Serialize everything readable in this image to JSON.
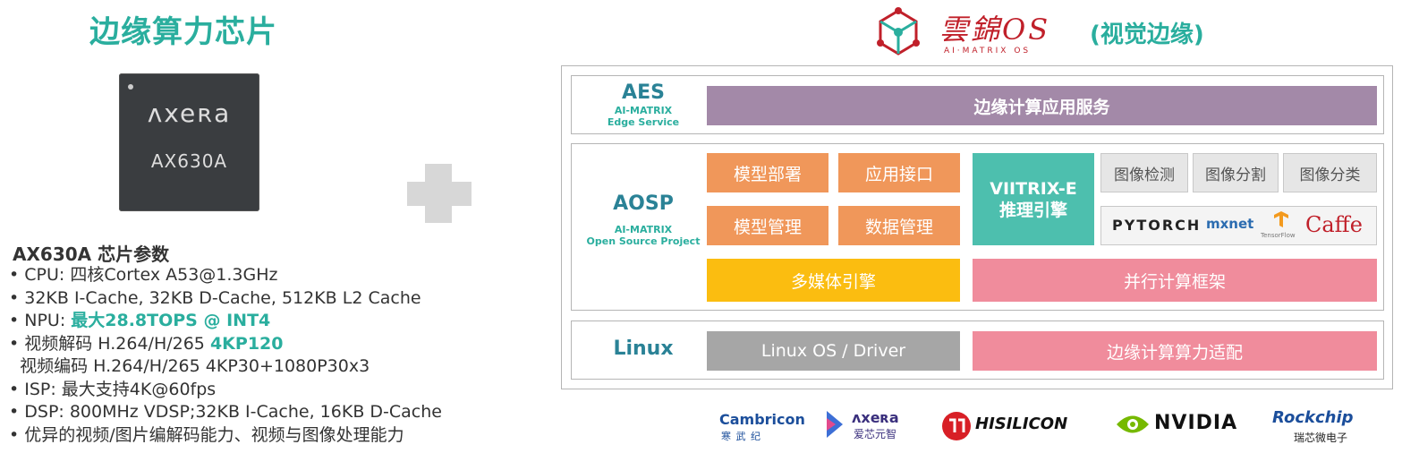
{
  "left": {
    "title": "边缘算力芯片",
    "chip_brand": "ʌxeʀa",
    "chip_model": "AX630A",
    "spec_title": "AX630A 芯片参数",
    "specs": {
      "cpu": "• CPU: 四核Cortex A53@1.3GHz",
      "cache": "• 32KB I-Cache, 32KB D-Cache, 512KB L2 Cache",
      "npu_prefix": "• NPU: ",
      "npu_hl": "最大28.8TOPS @ INT4",
      "vdec_prefix": "• 视频解码 H.264/H/265 ",
      "vdec_hl": "4KP120",
      "venc": "  视频编码 H.264/H/265 4KP30+1080P30x3",
      "isp": "• ISP: 最大支持4K@60fps",
      "dsp": "• DSP: 800MHz VDSP;32KB I-Cache, 16KB D-Cache",
      "media": "• 优异的视频/图片编解码能力、视频与图像处理能力"
    }
  },
  "header": {
    "logo_cn": "雲錦OS",
    "logo_sub": "AI·MATRIX OS",
    "vision": "(视觉边缘)"
  },
  "aes": {
    "name": "AES",
    "sub1": "AI-MATRIX",
    "sub2": "Edge Service",
    "service": "边缘计算应用服务"
  },
  "aosp": {
    "name": "AOSP",
    "sub1": "AI-MATRIX",
    "sub2": "Open Source Project",
    "deploy": "模型部署",
    "api": "应用接口",
    "manage": "模型管理",
    "data": "数据管理",
    "engine1": "VIITRIX-E",
    "engine2": "推理引擎",
    "detect": "图像检测",
    "segment": "图像分割",
    "classify": "图像分类",
    "fw_pytorch": "PYTORCH",
    "fw_mxnet": "mxnet",
    "fw_tf": "TensorFlow",
    "fw_caffe": "Caffe",
    "media_engine": "多媒体引擎",
    "parallel": "并行计算框架"
  },
  "linux": {
    "name": "Linux",
    "driver": "Linux OS / Driver",
    "adapt": "边缘计算算力适配"
  },
  "partners": {
    "cambricon": "Cambricon",
    "cambricon_cn": "寒 武 纪",
    "axera": "ʌxeʀa",
    "axera_cn": "爱芯元智",
    "hisilicon": "HISILICON",
    "nvidia": "NVIDIA",
    "rockchip": "Rockchip",
    "rockchip_cn": "瑞芯微电子"
  },
  "colors": {
    "teal": "#2aae9e",
    "purple": "#a389a8",
    "orange": "#f0975a",
    "teal_box": "#4dbfae",
    "yellow": "#fbbd10",
    "pink": "#f08c9c",
    "gray": "#a6a6a6"
  }
}
